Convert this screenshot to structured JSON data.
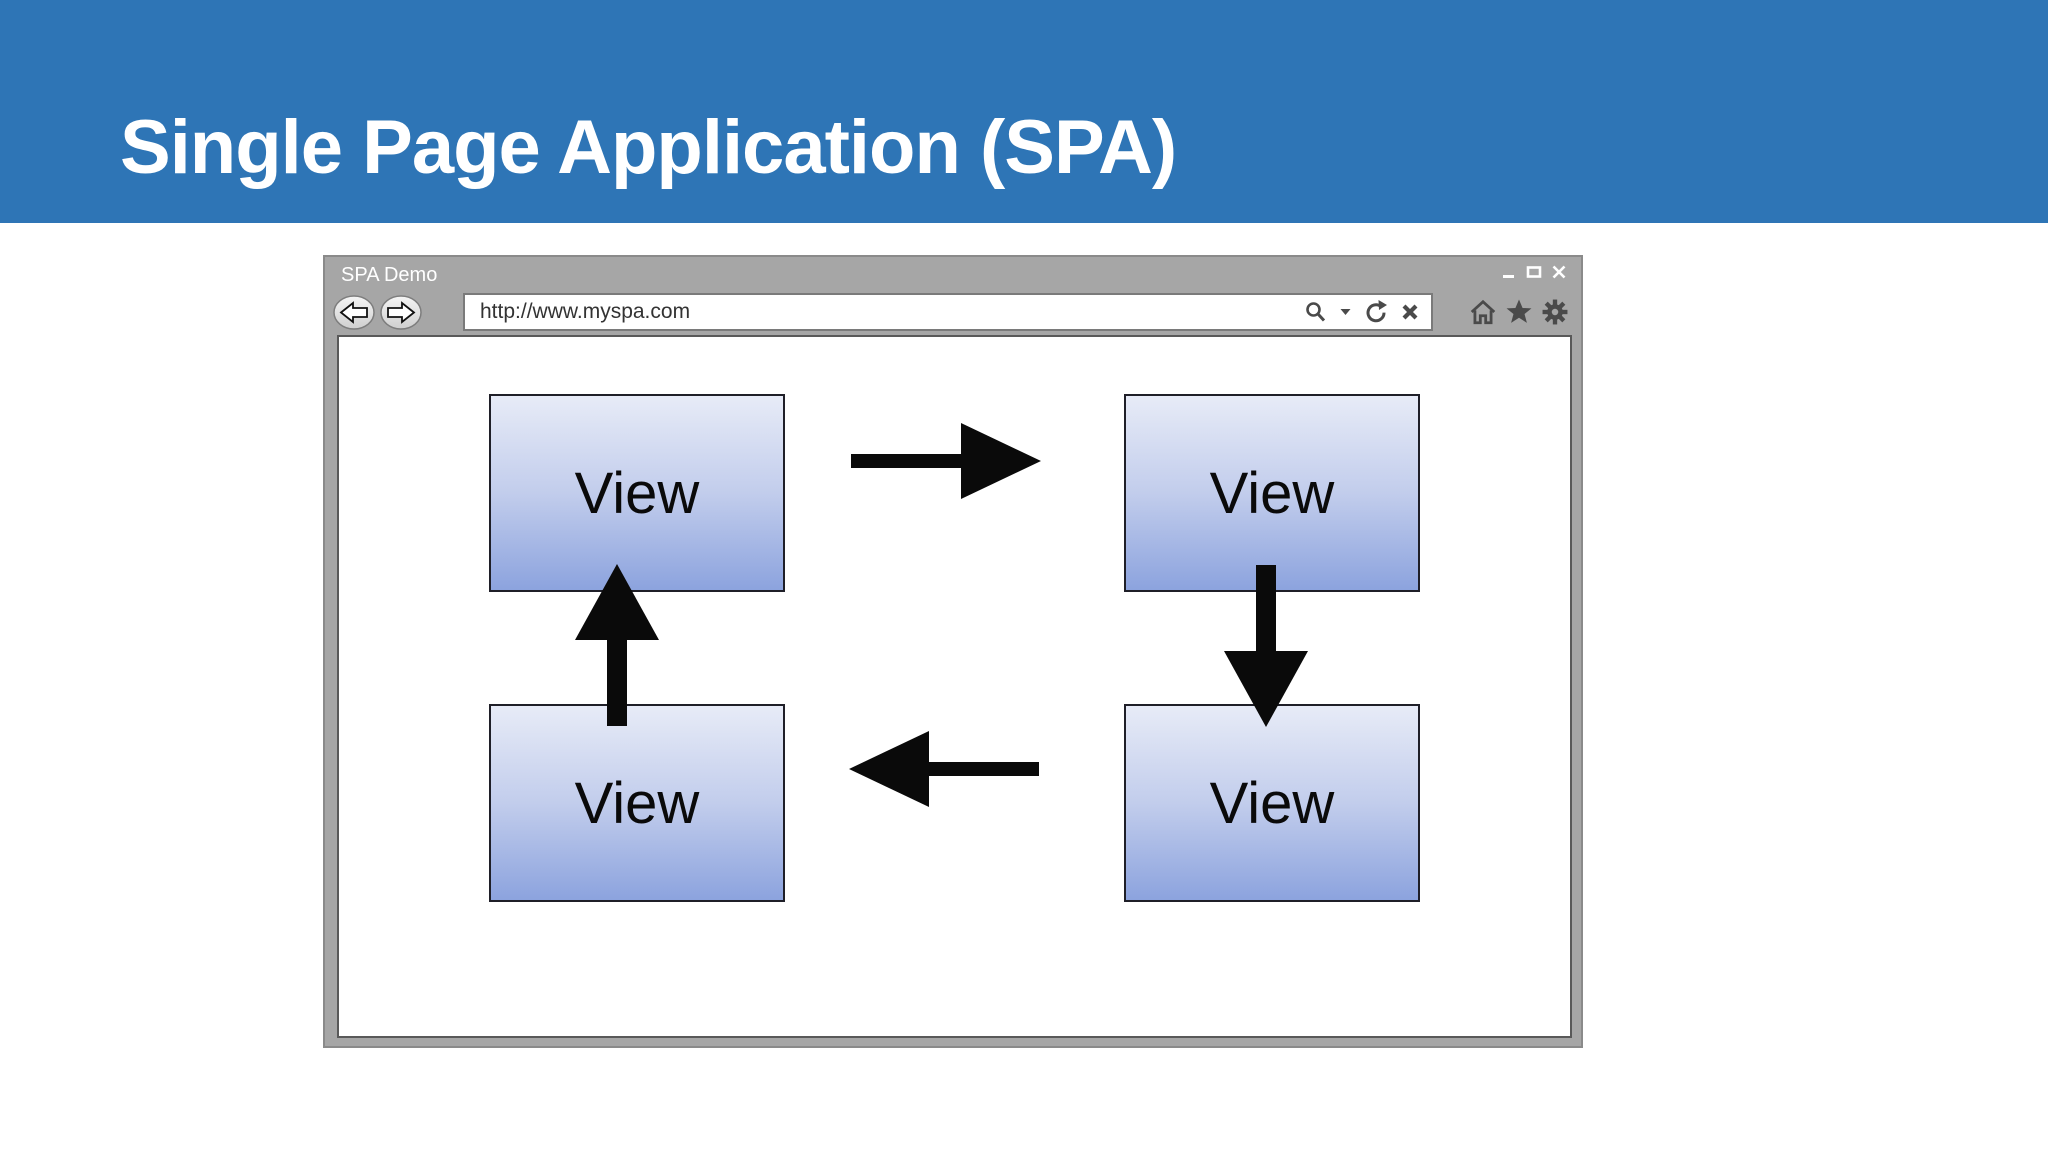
{
  "slide": {
    "title": "Single Page Application (SPA)"
  },
  "browser": {
    "window_title": "SPA Demo",
    "url": "http://www.myspa.com"
  },
  "diagram": {
    "boxes": [
      {
        "position": "top-left",
        "label": "View"
      },
      {
        "position": "top-right",
        "label": "View"
      },
      {
        "position": "bottom-left",
        "label": "View"
      },
      {
        "position": "bottom-right",
        "label": "View"
      }
    ],
    "arrows": [
      {
        "direction": "right",
        "between": "top boxes"
      },
      {
        "direction": "down",
        "between": "right boxes"
      },
      {
        "direction": "left",
        "between": "bottom boxes"
      },
      {
        "direction": "up",
        "between": "left boxes"
      }
    ]
  },
  "icons": {
    "back-icon": "outlined block arrow left in ellipse",
    "forward-icon": "outlined block arrow right in ellipse",
    "search-icon": "magnifying glass",
    "caret-down-icon": "small down triangle",
    "refresh-icon": "circular arrow",
    "stop-icon": "bold x",
    "home-icon": "house outline",
    "star-icon": "filled star",
    "gear-icon": "filled gear",
    "minimize-icon": "underscore",
    "maximize-icon": "rectangle outline",
    "close-icon": "x"
  },
  "colors": {
    "header_blue": "#2e75b6",
    "chrome_gray": "#a6a6a6",
    "icon_gray": "#4a4a4a",
    "box_gradient_top": "#e7ebf7",
    "box_gradient_bottom": "#8ca3de",
    "arrow_black": "#0a0a0a"
  }
}
